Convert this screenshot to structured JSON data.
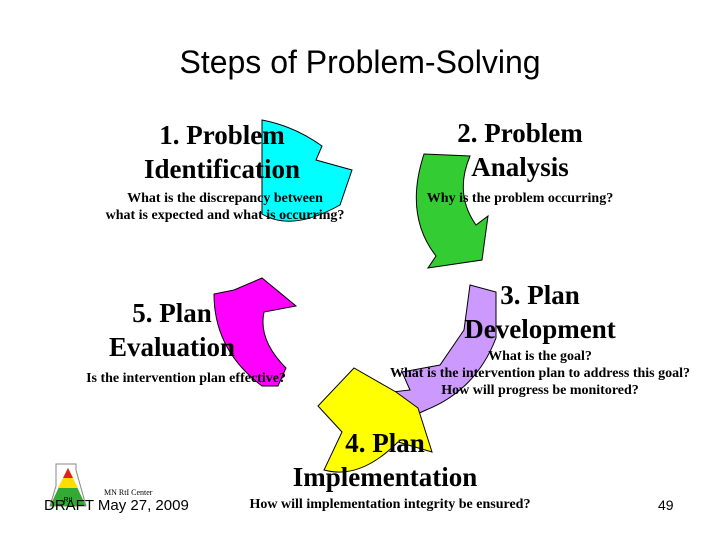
{
  "title": "Steps of Problem-Solving",
  "steps": [
    {
      "label_line1": "1. Problem",
      "label_line2": "Identification",
      "question_line1": "What is the discrepancy between",
      "question_line2": "what is expected and what is occurring?",
      "color": "#00ffff"
    },
    {
      "label_line1": "2. Problem",
      "label_line2": "Analysis",
      "question_line1": "Why is the problem occurring?",
      "color": "#33cc33"
    },
    {
      "label_line1": "3. Plan",
      "label_line2": "Development",
      "question_line1": "What is the goal?",
      "question_line2": "What is the intervention plan to address this goal?",
      "question_line3": "How will progress be monitored?",
      "color": "#cc99ff"
    },
    {
      "label_line1": "4. Plan",
      "label_line2": "Implementation",
      "question_line1": "How will implementation integrity be ensured?",
      "color": "#ffff00"
    },
    {
      "label_line1": "5. Plan",
      "label_line2": "Evaluation",
      "question_line1": "Is the intervention plan effective?",
      "color": "#ff00ff"
    }
  ],
  "footer": {
    "logo_text": "RtI",
    "center_name": "MN RtI Center",
    "draft": "DRAFT May 27, 2009",
    "page_number": "49"
  }
}
